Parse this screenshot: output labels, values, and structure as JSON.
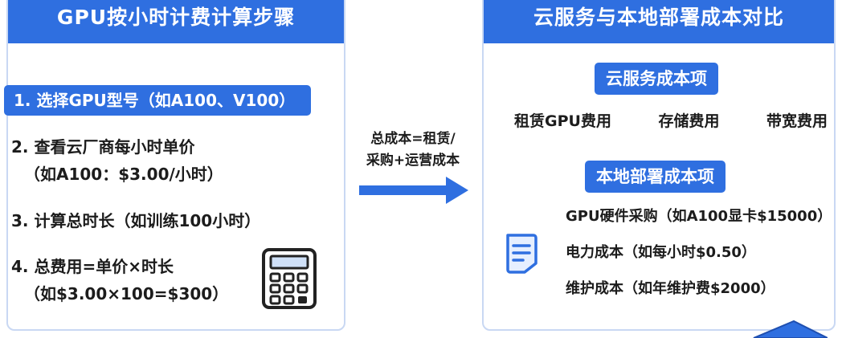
{
  "left_panel": {
    "title": "GPU按小时计费计算步骤",
    "steps": [
      {
        "line1": "1. 选择GPU型号（如A100、V100）"
      },
      {
        "line1": "2. 查看云厂商每小时单价",
        "line2": "（如A100：$3.00/小时）"
      },
      {
        "line1": "3. 计算总时长（如训练100小时）"
      },
      {
        "line1": "4. 总费用=单价×时长",
        "line2": "（如$3.00×100=$300）"
      }
    ]
  },
  "connector": {
    "line1": "总成本=租赁/",
    "line2": "采购+运营成本"
  },
  "right_panel": {
    "title": "云服务与本地部署成本对比",
    "cloud": {
      "title": "云服务成本项",
      "items": [
        "租赁GPU费用",
        "存储费用",
        "带宽费用"
      ]
    },
    "local": {
      "title": "本地部署成本项",
      "items": [
        "GPU硬件采购（如A100显卡$15000）",
        "电力成本（如每小时$0.50）",
        "维护成本（如年维护费$2000）"
      ]
    }
  },
  "colors": {
    "accent": "#2f6fe0",
    "panel_border": "#c9d8f3",
    "text": "#1c1c1c"
  },
  "icons": [
    "calculator-icon",
    "arrow-right-icon",
    "document-icon"
  ]
}
